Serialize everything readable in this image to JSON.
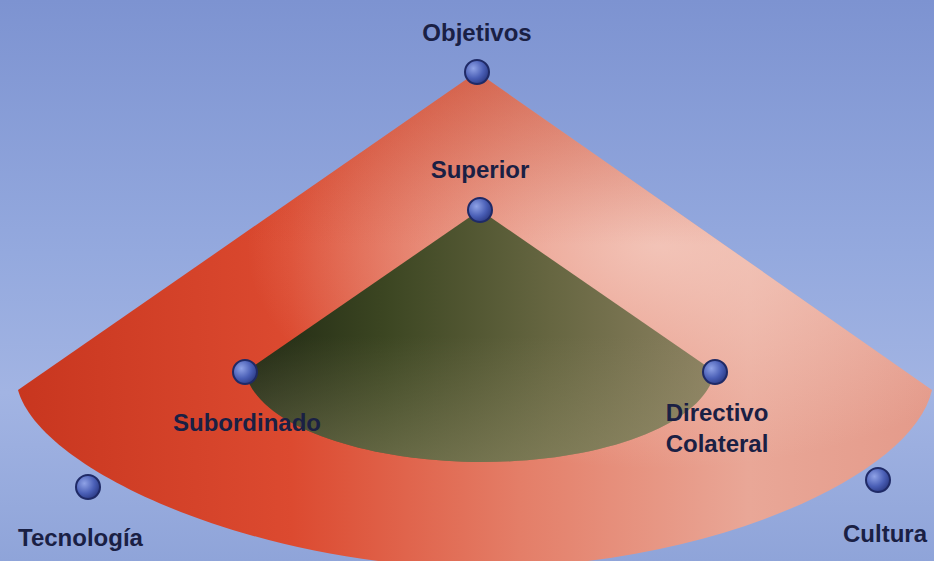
{
  "diagram": {
    "nodes": [
      {
        "text": [
          "Objetivos",
          "Tecnología",
          "Cultura"
        ]
      },
      {
        "text": [
          "Superior",
          "Subordinado",
          "Directivo Colateral"
        ],
        "in": 0
      }
    ]
  }
}
